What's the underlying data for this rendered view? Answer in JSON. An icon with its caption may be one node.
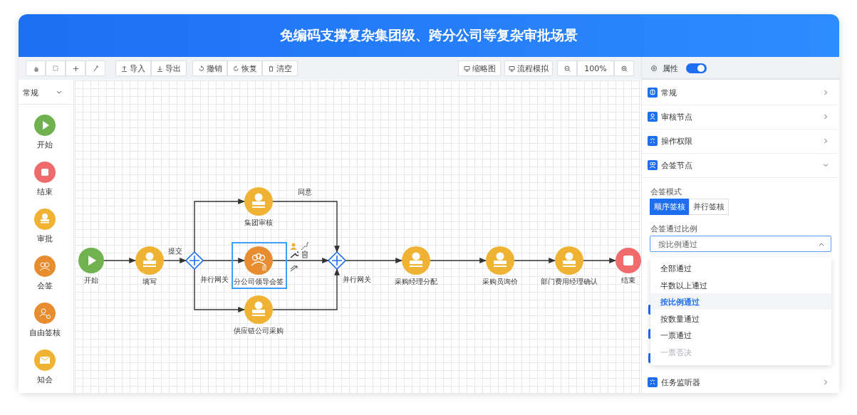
{
  "diagram": {
    "title": "免编码支撑复杂集团级、跨分公司等复杂审批场景",
    "nodes": [
      {
        "text": [
          "开始"
        ]
      },
      {
        "text": [
          "填写"
        ]
      },
      {
        "text": [
          "并行网关"
        ]
      },
      {
        "text": [
          "集团审核"
        ]
      },
      {
        "text": [
          "分公司领导会签"
        ]
      },
      {
        "text": [
          "供应链公司采购"
        ]
      },
      {
        "text": [
          "并行网关"
        ]
      },
      {
        "text": [
          "采购经理分配"
        ]
      },
      {
        "text": [
          "采购员询价"
        ]
      },
      {
        "text": [
          "部门费用经理确认"
        ]
      },
      {
        "text": [
          "结束"
        ]
      }
    ],
    "edges": [
      {
        "from": 0,
        "to": 1,
        "arrow": "to"
      },
      {
        "from": 1,
        "to": 2,
        "arrow": "to",
        "label": "提交"
      },
      {
        "from": 2,
        "to": 3,
        "arrow": "to"
      },
      {
        "from": 2,
        "to": 4,
        "arrow": "to"
      },
      {
        "from": 2,
        "to": 5,
        "arrow": "to"
      },
      {
        "from": 3,
        "to": 6,
        "arrow": "to",
        "label": "同意"
      },
      {
        "from": 4,
        "to": 6,
        "arrow": "to"
      },
      {
        "from": 5,
        "to": 6,
        "arrow": "to"
      },
      {
        "from": 6,
        "to": 7,
        "arrow": "to"
      },
      {
        "from": 7,
        "to": 8,
        "arrow": "to"
      },
      {
        "from": 8,
        "to": 9,
        "arrow": "to"
      },
      {
        "from": 9,
        "to": 10,
        "arrow": "to"
      }
    ],
    "labels": [
      "导入",
      "导出",
      "撤销",
      "恢复",
      "清空",
      "缩略图",
      "流程模拟",
      "100%",
      "属性",
      "常规",
      "开始",
      "结束",
      "审批",
      "会签",
      "自由签核",
      "知会",
      "常规",
      "审核节点",
      "操作权限",
      "会签节点",
      "会签模式",
      "顺序签核",
      "并行签核",
      "会签通过比例",
      "按比例通过",
      "全部通过",
      "半数以上通过",
      "按比例通过",
      "按数量通过",
      "一票通过",
      "一票否决",
      "任务监听器"
    ]
  }
}
